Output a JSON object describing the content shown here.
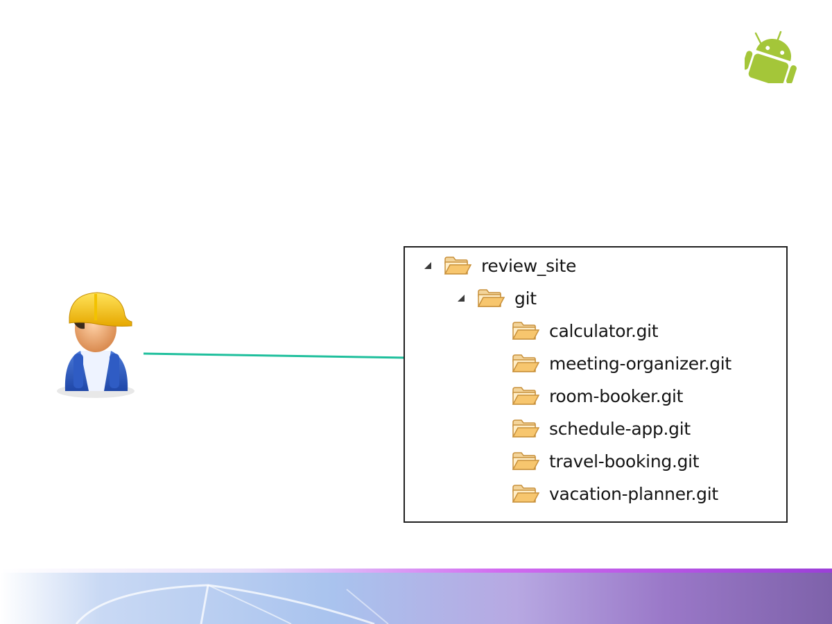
{
  "slide": {
    "android_icon": "android-robot-icon",
    "user_icon": "construction-worker-icon"
  },
  "tree": {
    "root": {
      "label": "review_site",
      "expanded": true,
      "children": [
        {
          "label": "git",
          "expanded": true,
          "children": [
            {
              "label": "calculator.git"
            },
            {
              "label": "meeting-organizer.git"
            },
            {
              "label": "room-booker.git"
            },
            {
              "label": "schedule-app.git"
            },
            {
              "label": "travel-booking.git"
            },
            {
              "label": "vacation-planner.git"
            }
          ]
        }
      ]
    }
  },
  "arrow": {
    "from": "construction-worker-icon",
    "to": "meeting-organizer.git",
    "color": "#1ebf9c"
  },
  "colors": {
    "android_green": "#a4c639",
    "folder_orange": "#e8a94b",
    "footer_purple": "#8a6bb8",
    "footer_blue": "#9fb8e8"
  }
}
